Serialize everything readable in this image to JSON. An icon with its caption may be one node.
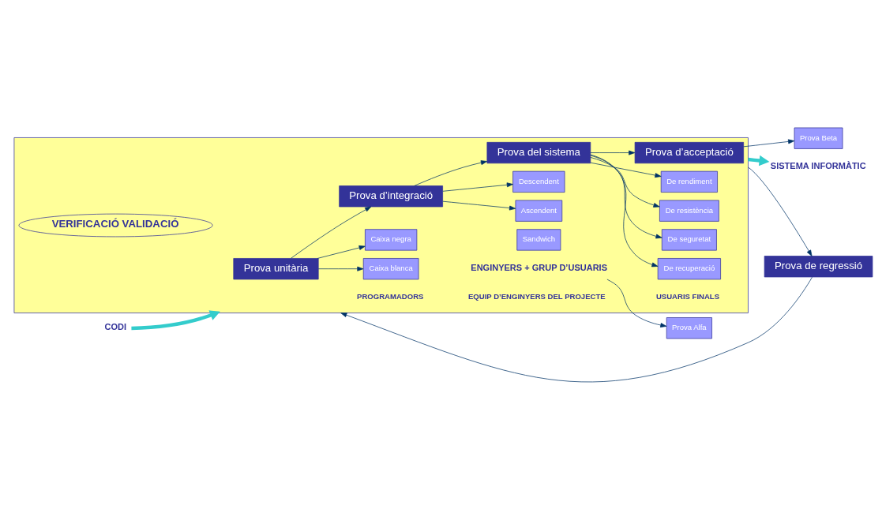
{
  "diagram": {
    "nodes": [
      {
        "text": [],
        "shape": "box"
      },
      {
        "text": [
          "Prova unitària"
        ],
        "in": 0
      },
      {
        "text": [
          "Caixa blanca"
        ],
        "in": 0
      },
      {
        "text": [
          "Caixa negra"
        ],
        "in": 0
      },
      {
        "text": [
          "Sandwich"
        ],
        "in": 0
      },
      {
        "text": [
          "Ascendent"
        ],
        "in": 0
      },
      {
        "text": [
          "Descendent"
        ],
        "in": 0
      },
      {
        "text": [
          "Prova d’integració"
        ],
        "in": 0
      },
      {
        "text": [
          "Prova del sistema"
        ],
        "in": 0
      },
      {
        "text": [
          "De recuperació"
        ],
        "in": 0
      },
      {
        "text": [
          "De seguretat"
        ],
        "in": 0
      },
      {
        "text": [
          "De resistència"
        ],
        "in": 0
      },
      {
        "text": [
          "De rendiment"
        ],
        "in": 0
      },
      {
        "text": [
          "ENGINYERS + GRUP D’USUARIS"
        ],
        "in": 0
      },
      {
        "text": [
          "Prova Alfa"
        ]
      },
      {
        "text": [
          "Prova Beta"
        ]
      },
      {
        "text": [
          "Prova d’acceptació"
        ],
        "in": 0
      },
      {
        "text": [
          "VERIFICACIÓ VALIDACIÓ"
        ],
        "in": 0
      },
      {
        "text": [
          "CODI"
        ]
      },
      {
        "text": [
          "Prova de regressió"
        ]
      },
      {
        "text": [
          "SISTEMA INFORMÀTIC"
        ]
      }
    ],
    "edges": [
      {
        "from": 18,
        "to": 0,
        "arrow": "to",
        "style": "thick",
        "color": "#33cccc"
      },
      {
        "from": 1,
        "to": 2,
        "arrow": "to"
      },
      {
        "from": 1,
        "to": 3,
        "arrow": "to"
      },
      {
        "from": 1,
        "to": 7,
        "arrow": "to"
      },
      {
        "from": 7,
        "to": 5,
        "arrow": "to"
      },
      {
        "from": 7,
        "to": 6,
        "arrow": "to"
      },
      {
        "from": 7,
        "to": 8,
        "arrow": "to"
      },
      {
        "from": 8,
        "to": 9,
        "arrow": "to"
      },
      {
        "from": 8,
        "to": 10,
        "arrow": "to"
      },
      {
        "from": 8,
        "to": 11,
        "arrow": "to"
      },
      {
        "from": 8,
        "to": 12,
        "arrow": "to"
      },
      {
        "from": 8,
        "to": 16,
        "arrow": "to"
      },
      {
        "from": 13,
        "to": 14,
        "arrow": "to"
      },
      {
        "from": 16,
        "to": 15,
        "arrow": "to"
      },
      {
        "from": 0,
        "to": 20,
        "arrow": "to",
        "style": "thick",
        "color": "#33cccc"
      },
      {
        "from": 0,
        "to": 19,
        "arrow": "to"
      },
      {
        "from": 19,
        "to": 0,
        "arrow": "to"
      }
    ],
    "labels": [
      "PROGRAMADORS",
      "EQUIP D’ENGINYERS DEL PROJECTE",
      "USUARIS FINALS"
    ]
  }
}
